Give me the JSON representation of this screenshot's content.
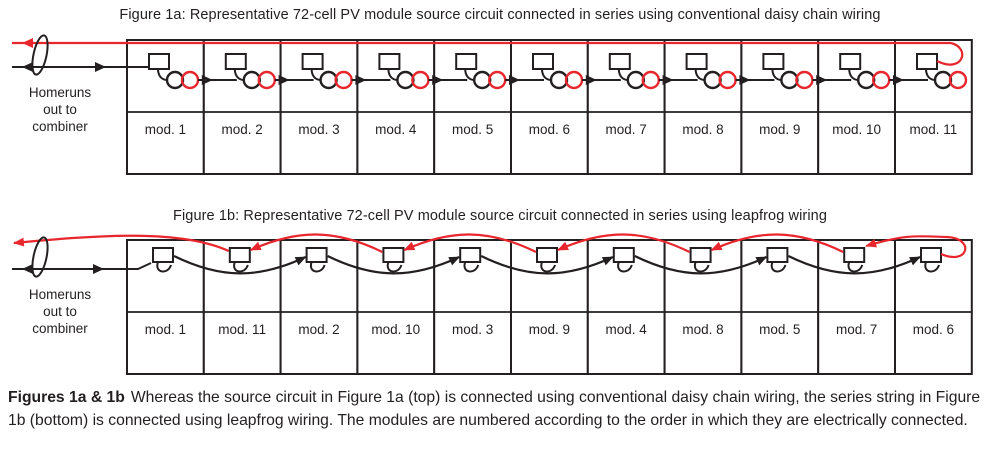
{
  "colors": {
    "red": "#e8262d",
    "black": "#231f20"
  },
  "fig1a": {
    "title": "Figure 1a: Representative 72-cell PV module source circuit connected in series using conventional daisy chain wiring",
    "homerun_label": "Homeruns out to combiner",
    "modules": [
      "mod. 1",
      "mod. 2",
      "mod. 3",
      "mod. 4",
      "mod. 5",
      "mod. 6",
      "mod. 7",
      "mod. 8",
      "mod. 9",
      "mod. 10",
      "mod. 11"
    ]
  },
  "fig1b": {
    "title": "Figure 1b: Representative 72-cell PV module source circuit connected in series using leapfrog wiring",
    "homerun_label": "Homeruns out to combiner",
    "modules": [
      "mod. 1",
      "mod. 11",
      "mod. 2",
      "mod. 10",
      "mod. 3",
      "mod. 9",
      "mod. 4",
      "mod. 8",
      "mod. 5",
      "mod. 7",
      "mod. 6"
    ]
  },
  "caption": {
    "bold": "Figures 1a & 1b",
    "text": "Whereas the source circuit in Figure 1a (top) is connected using conventional daisy chain wiring, the series string in Figure 1b (bottom) is connected using leapfrog wiring. The modules are numbered according to the order in which they are electrically connected."
  }
}
